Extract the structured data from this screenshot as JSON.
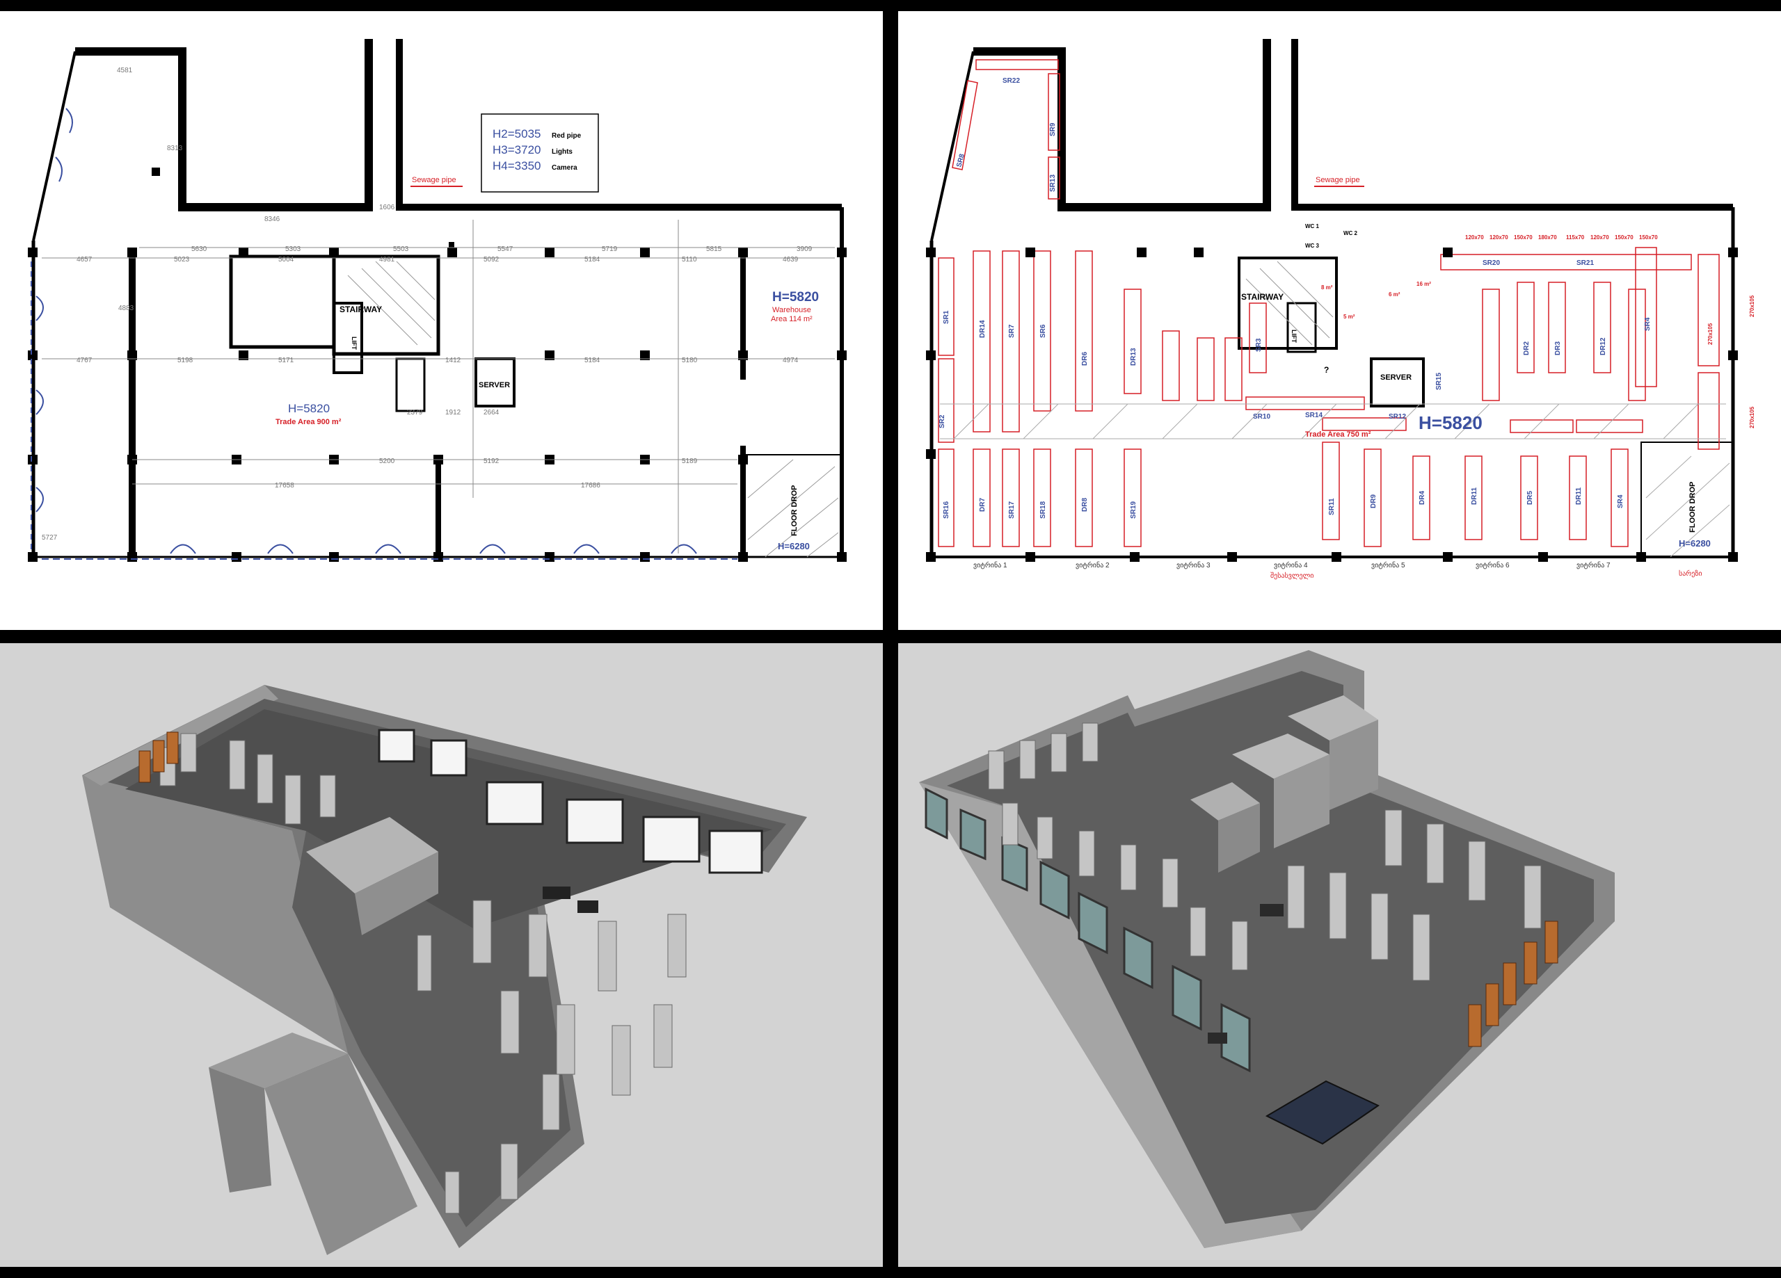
{
  "colors": {
    "wall": "#000000",
    "blue_label": "#3a4fa0",
    "red_label": "#d61f26",
    "shelf_red": "#d61f26",
    "dim": "#777777",
    "render_bg": "#d3d3d3"
  },
  "plan_left": {
    "legend": {
      "rows": [
        {
          "key": "H2=5035",
          "value": "Red pipe"
        },
        {
          "key": "H3=3720",
          "value": "Lights"
        },
        {
          "key": "H4=3350",
          "value": "Camera"
        }
      ]
    },
    "sewage": "Sewage pipe",
    "stairway": "STAIRWAY",
    "lift": "LIFT",
    "server": "SERVER",
    "warehouse_h": "H=5820",
    "warehouse_name": "Warehouse",
    "warehouse_area": "Area 114 m²",
    "trade_h": "H=5820",
    "trade_area": "Trade Area 900 m²",
    "floor_drop": "FLOOR DROP",
    "floor_drop_h": "H=6280",
    "dims_row1": [
      "4657",
      "5023",
      "5004",
      "4981",
      "5092",
      "5184",
      "5110",
      "4639"
    ],
    "dims_row0": [
      "5630",
      "5303",
      "5503",
      "5547",
      "5719",
      "5815",
      "3909"
    ],
    "dims_row2": [
      "4767",
      "5198",
      "5171",
      "5184",
      "5180",
      "4974"
    ],
    "dims_row3": [
      "5200",
      "5192",
      "5189"
    ],
    "dims_row4": [
      "17658",
      "17686"
    ],
    "dims_misc": [
      "4581",
      "8313",
      "8346",
      "1606",
      "4883",
      "1412",
      "2379",
      "1912",
      "2664",
      "5727"
    ]
  },
  "plan_right": {
    "sewage": "Sewage pipe",
    "stairway": "STAIRWAY",
    "lift": "LIFT",
    "server": "SERVER",
    "trade_h": "H=5820",
    "trade_area": "Trade Area 750 m²",
    "floor_drop": "FLOOR DROP",
    "floor_drop_h": "H=6280",
    "shelf_labels_top": [
      "SR22",
      "SR8",
      "SR13",
      "SR9"
    ],
    "shelf_labels_mid": [
      "SR1",
      "DR14",
      "SR7",
      "SR6",
      "DR6",
      "DR13",
      "SR3",
      "DR2",
      "DR3",
      "DR12",
      "SR4",
      "SR20",
      "SR21",
      "SR15"
    ],
    "shelf_labels_low": [
      "SR16",
      "DR7",
      "SR17",
      "SR18",
      "DR8",
      "SR19",
      "SR11",
      "DR9",
      "DR4",
      "DR11",
      "DR5",
      "DR11",
      "SR4"
    ],
    "shelf_labels_bottom": [
      "SR10",
      "SR14",
      "SR12",
      "SR2"
    ],
    "wc": [
      "WC 1",
      "WC 2",
      "WC 3"
    ],
    "room_areas": [
      "8 m²",
      "5 m²",
      "16 m²",
      "6 m²"
    ],
    "unknown": "?",
    "shelf_sizes": [
      "120x70",
      "120x70",
      "150x70",
      "180x70",
      "115x70",
      "120x70",
      "150x70",
      "150x70"
    ],
    "side_sizes": [
      "270x105",
      "270x105",
      "270x105"
    ],
    "aisles": [
      "ვიტრინა 1",
      "ვიტრინა 2",
      "ვიტრინა 3",
      "ვიტრინა 4",
      "ვიტრინა 5",
      "ვიტრინა 6",
      "ვიტრინა 7"
    ],
    "entrance": "შესასვლელი",
    "exit": "სარეზი"
  },
  "renders": {
    "left_caption": "",
    "right_caption": ""
  }
}
